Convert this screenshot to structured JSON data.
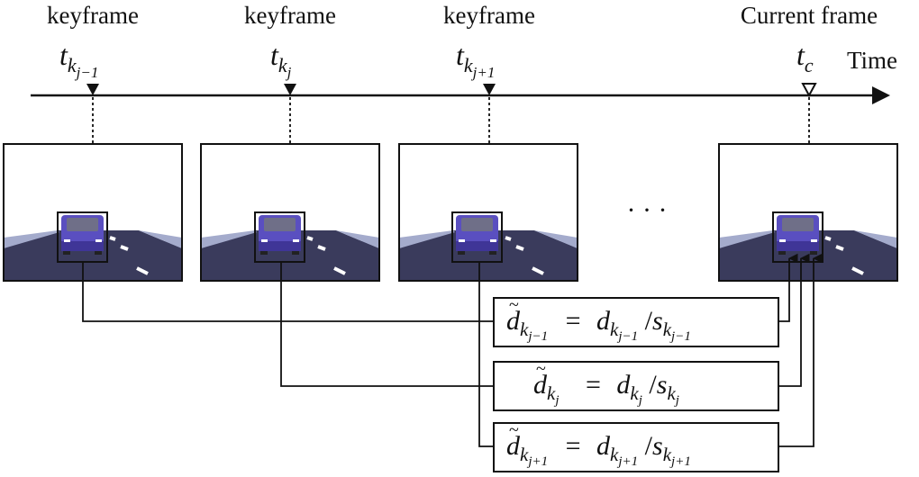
{
  "timeline": {
    "axis_label": "Time",
    "frames": [
      {
        "label": "keyframe",
        "time_symbol": "t",
        "time_subscript": "k",
        "time_sub_index": "j−1"
      },
      {
        "label": "keyframe",
        "time_symbol": "t",
        "time_subscript": "k",
        "time_sub_index": "j"
      },
      {
        "label": "keyframe",
        "time_symbol": "t",
        "time_subscript": "k",
        "time_sub_index": "j+1"
      },
      {
        "label": "Current frame",
        "time_symbol": "t",
        "time_subscript": "c",
        "time_sub_index": ""
      }
    ],
    "ellipsis": "· · ·"
  },
  "equations": [
    {
      "lhs_sub_index": "j−1",
      "equals": "=",
      "slash": "/",
      "d_symbol": "d",
      "s_symbol": "s",
      "k": "k"
    },
    {
      "lhs_sub_index": "j",
      "equals": "=",
      "slash": "/",
      "d_symbol": "d",
      "s_symbol": "s",
      "k": "k"
    },
    {
      "lhs_sub_index": "j+1",
      "equals": "=",
      "slash": "/",
      "d_symbol": "d",
      "s_symbol": "s",
      "k": "k"
    }
  ],
  "colors": {
    "line": "#111111",
    "road": "#3a3b5c",
    "road_side": "#a4abcc",
    "sky": "#ffffff",
    "car": "#5a4fc0",
    "car_dark": "#3f3597",
    "window": "#6f6f88",
    "lane_mark": "#ffffff"
  }
}
